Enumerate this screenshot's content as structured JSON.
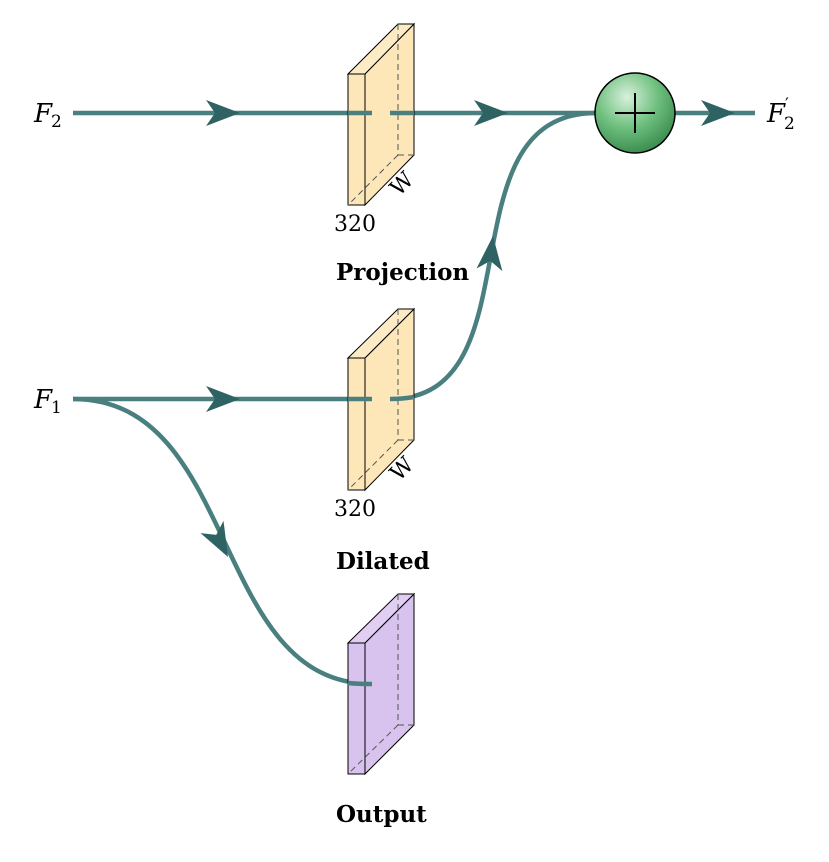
{
  "inputs": {
    "f2": {
      "symbol": "F",
      "sub": "2"
    },
    "f1": {
      "symbol": "F",
      "sub": "1"
    }
  },
  "output_label": {
    "symbol": "F",
    "prime": "′",
    "sub": "2"
  },
  "blocks": {
    "projection": {
      "title": "Projection",
      "depth_label": "320",
      "width_label": "W",
      "color": "#fde6b8"
    },
    "dilated": {
      "title": "Dilated",
      "depth_label": "320",
      "width_label": "W",
      "color": "#fde6b8"
    },
    "output": {
      "title": "Output",
      "color": "#d8c2ee"
    }
  },
  "sum_node": {
    "symbol": "+",
    "color": "#5cb86e"
  },
  "colors": {
    "edge": "#4a7f7f",
    "arrowhead": "#2f6363"
  }
}
